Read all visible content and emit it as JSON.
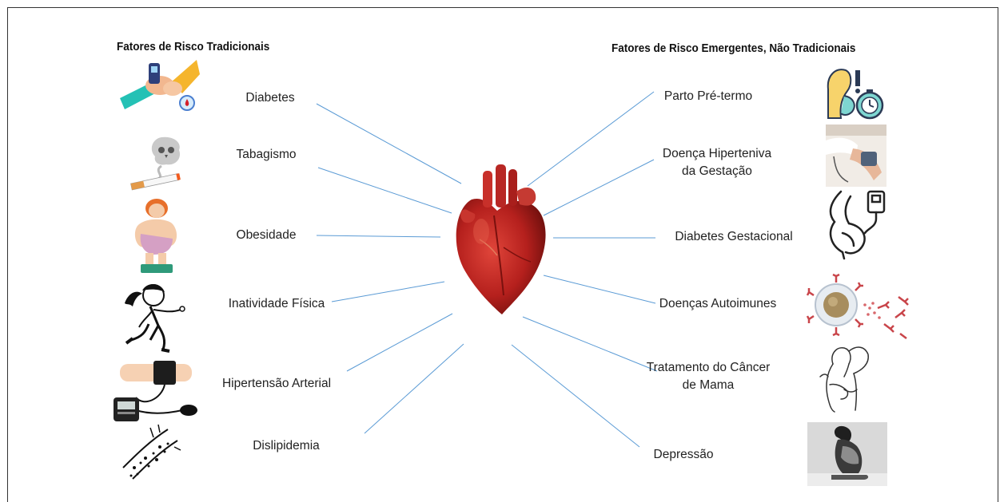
{
  "traditional": {
    "heading": "Fatores de Risco Tradicionais",
    "items": [
      {
        "label": "Diabetes"
      },
      {
        "label": "Tabagismo"
      },
      {
        "label": "Obesidade"
      },
      {
        "label": "Inatividade Física"
      },
      {
        "label": "Hipertensão Arterial"
      },
      {
        "label": "Dislipidemia"
      }
    ]
  },
  "emerging": {
    "heading": "Fatores de Risco Emergentes, Não Tradicionais",
    "items": [
      {
        "label": "Parto Pré-termo"
      },
      {
        "label": "Doença Hiperteniva",
        "label2": "da Gestação"
      },
      {
        "label": "Diabetes Gestacional"
      },
      {
        "label": "Doenças Autoimunes"
      },
      {
        "label": "Tratamento do Câncer",
        "label2": "de Mama"
      },
      {
        "label": "Depressão"
      }
    ]
  },
  "icons": {
    "center": "anatomical-heart-icon",
    "left": [
      "glucose-meter-icon",
      "cigarette-smoke-skull-icon",
      "obese-person-on-scale-icon",
      "running-woman-icon",
      "blood-pressure-cuff-icon",
      "cholesterol-artery-icon"
    ],
    "right": [
      "pregnant-woman-stopwatch-icon",
      "blood-pressure-measurement-photo-icon",
      "pregnant-woman-glucose-icon",
      "autoimmune-cell-antibodies-icon",
      "breast-self-exam-icon",
      "depressed-person-photo-icon"
    ]
  },
  "colors": {
    "connector": "#5b9bd5",
    "heart": "#b5201d",
    "text": "#222222"
  }
}
